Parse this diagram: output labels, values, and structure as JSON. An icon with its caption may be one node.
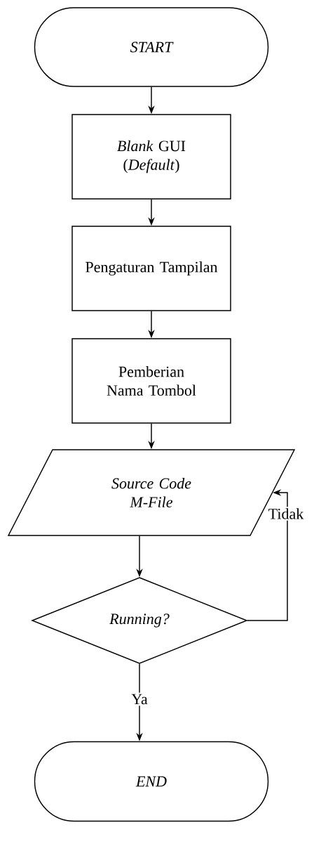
{
  "diagram": {
    "nodes": [
      {
        "text": [
          "START"
        ]
      },
      {
        "text": [
          "*Blank* GUI (*Default*)"
        ]
      },
      {
        "text": [
          "Pengaturan Tampilan"
        ]
      },
      {
        "text": [
          "Pemberian Nama Tombol"
        ]
      },
      {
        "text": [
          "Source Code M-File"
        ]
      },
      {
        "text": [
          "Running?"
        ]
      },
      {
        "text": [
          "END"
        ]
      }
    ],
    "edges": [
      {
        "from": 0,
        "to": 1,
        "arrow": "to"
      },
      {
        "from": 1,
        "to": 2,
        "arrow": "to"
      },
      {
        "from": 2,
        "to": 3,
        "arrow": "to"
      },
      {
        "from": 3,
        "to": 4,
        "arrow": "to"
      },
      {
        "from": 4,
        "to": 5,
        "arrow": "to"
      },
      {
        "from": 5,
        "to": 4,
        "arrow": "to",
        "label": "Tidak"
      },
      {
        "from": 5,
        "to": 6,
        "arrow": "to",
        "label": "Ya"
      }
    ]
  }
}
